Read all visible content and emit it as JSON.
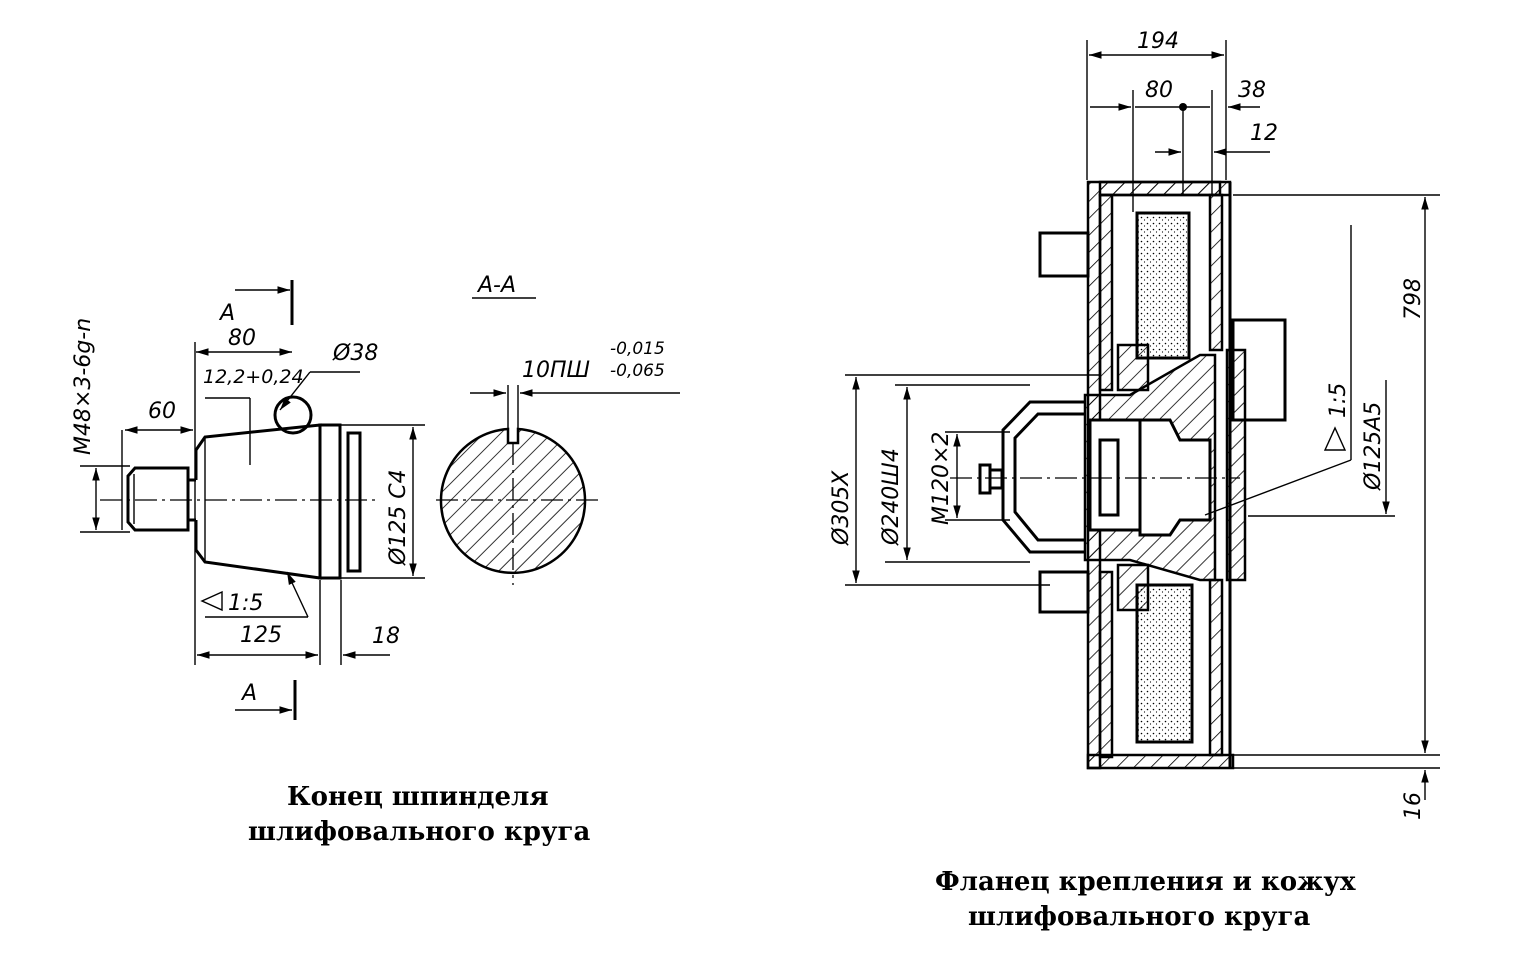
{
  "left_drawing": {
    "caption_line1": "Конец шпинделя",
    "caption_line2": "шлифовального круга",
    "section_mark_top": "A",
    "section_mark_bottom": "A",
    "section_title": "A-A",
    "dim_thread": "M48×3-6g-n",
    "dim_80": "80",
    "dim_12_2": "12,2+0,24",
    "dim_38": "Ø38",
    "dim_60": "60",
    "dim_125_dia": "Ø125 C4",
    "dim_taper": "1:5",
    "dim_125": "125",
    "dim_18": "18",
    "dim_keyway": "10ПШ",
    "dim_keyway_tol_upper": "-0,015",
    "dim_keyway_tol_lower": "-0,065"
  },
  "right_drawing": {
    "caption_line1": "Фланец крепления и кожух",
    "caption_line2": "шлифовального круга",
    "dim_194": "194",
    "dim_80": "80",
    "dim_38": "38",
    "dim_12": "12",
    "dim_305": "Ø305X",
    "dim_240": "Ø240Ш4",
    "dim_m120": "M120×2",
    "dim_taper": "1:5",
    "dim_125": "Ø125A5",
    "dim_798": "798",
    "dim_16": "16"
  }
}
